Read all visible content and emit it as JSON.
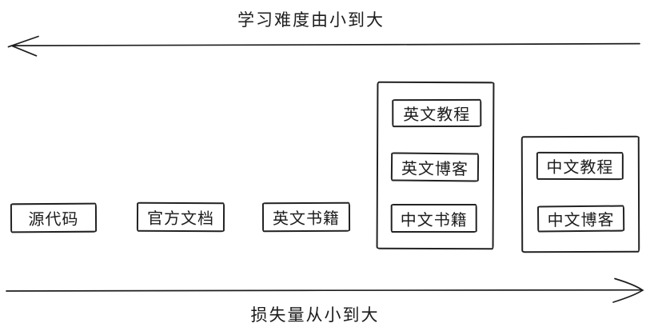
{
  "diagram": {
    "top_arrow": {
      "label": "学习难度由小到大",
      "direction": "left"
    },
    "bottom_arrow": {
      "label": "损失量从小到大",
      "direction": "right"
    },
    "boxes": [
      {
        "label": "源代码"
      },
      {
        "label": "官方文档"
      },
      {
        "label": "英文书籍"
      }
    ],
    "groups": [
      {
        "items": [
          {
            "label": "英文教程"
          },
          {
            "label": "英文博客"
          },
          {
            "label": "中文书籍"
          }
        ]
      },
      {
        "items": [
          {
            "label": "中文教程"
          },
          {
            "label": "中文博客"
          }
        ]
      }
    ],
    "colors": {
      "stroke": "#1e1e1e",
      "background": "#ffffff"
    }
  }
}
